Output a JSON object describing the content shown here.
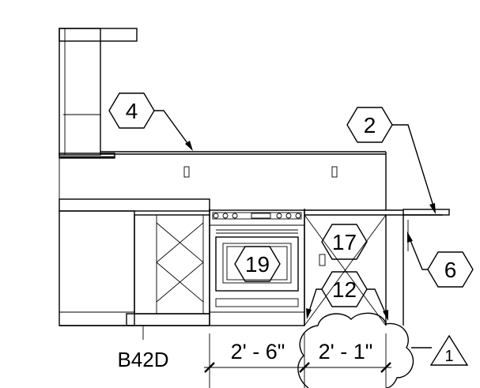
{
  "elevation": {
    "tags": [
      {
        "id": "tag-4",
        "label": "4"
      },
      {
        "id": "tag-2",
        "label": "2"
      },
      {
        "id": "tag-6",
        "label": "6"
      },
      {
        "id": "tag-17",
        "label": "17"
      },
      {
        "id": "tag-19",
        "label": "19"
      },
      {
        "id": "tag-12",
        "label": "12"
      }
    ],
    "cabinet_label": "B42D",
    "dimensions": {
      "left": "2' - 6\"",
      "right": "2' - 1\""
    },
    "revision": {
      "label": "1"
    }
  }
}
